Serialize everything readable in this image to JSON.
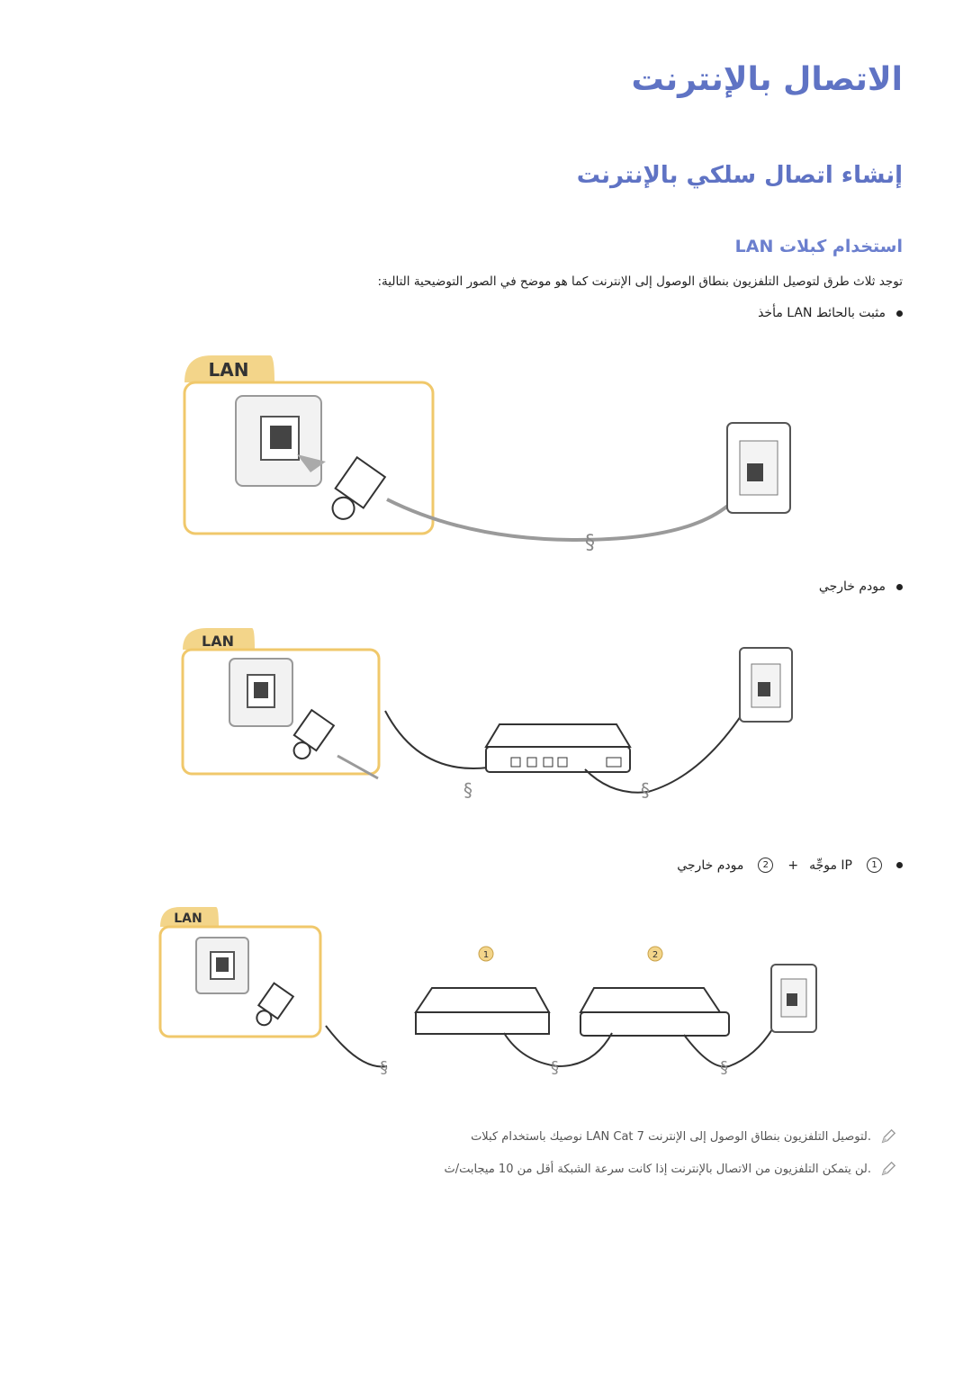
{
  "title": "الاتصال بالإنترنت",
  "section_title": "إنشاء اتصال سلكي بالإنترنت",
  "subsection_title": "استخدام كبلات LAN",
  "intro": "توجد ثلاث طرق لتوصيل التلفزيون بنطاق الوصول إلى الإنترنت كما هو موضح في الصور التوضيحية التالية:",
  "bullets": [
    "مأخذ LAN مثبت بالحائط",
    "مودم خارجي",
    {
      "part1": "موجِّه IP",
      "plus": "+",
      "part2": "مودم خارجي",
      "num1": "1",
      "num2": "2"
    }
  ],
  "figures": {
    "lan_tag": "LAN",
    "badge_1": "1",
    "badge_2": "2"
  },
  "notes": [
    "نوصيك باستخدام كبلات LAN Cat 7 لتوصيل التلفزيون بنطاق الوصول إلى الإنترنت.",
    "لن يتمكن التلفزيون من الاتصال بالإنترنت إذا كانت سرعة الشبكة أقل من 10 ميجابت/ث."
  ],
  "colors": {
    "heading": "#5f73c4",
    "lan_tag_bg": "#f3d58a",
    "frame_border": "#f0c86b",
    "cable": "#9a9a9a"
  }
}
